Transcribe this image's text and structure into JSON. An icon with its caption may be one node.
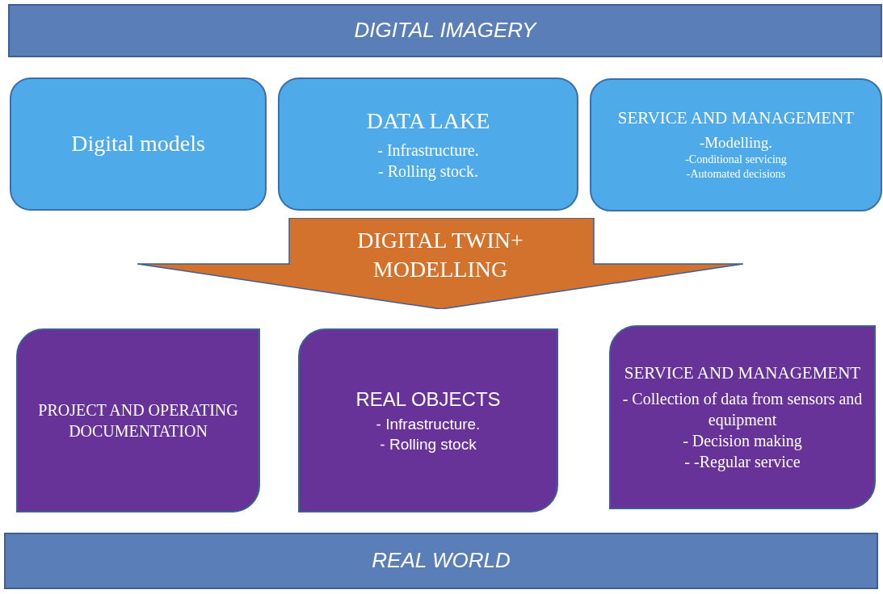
{
  "diagram": {
    "nodes": [
      {
        "text": [
          "DIGITAL IMAGERY"
        ]
      },
      {
        "text": [
          "Digital models"
        ]
      },
      {
        "text": [
          "DATA LAKE",
          "- Infrastructure.",
          "- Rolling stock."
        ]
      },
      {
        "text": [
          "SERVICE AND MANAGEMENT",
          "-Modelling.",
          "-Conditional servicing",
          "-Automated decisions"
        ]
      },
      {
        "text": [
          "DIGITAL TWIN+ MODELLING"
        ]
      },
      {
        "text": [
          "PROJECT AND OPERATING DOCUMENTATION"
        ]
      },
      {
        "text": [
          "REAL OBJECTS",
          "- Infrastructure.",
          "- Rolling stock"
        ]
      },
      {
        "text": [
          "SERVICE AND MANAGEMENT",
          "- Collection of data from sensors and equipment",
          "- Decision making",
          "- -Regular service"
        ]
      },
      {
        "text": [
          "REAL WORLD"
        ]
      }
    ]
  }
}
